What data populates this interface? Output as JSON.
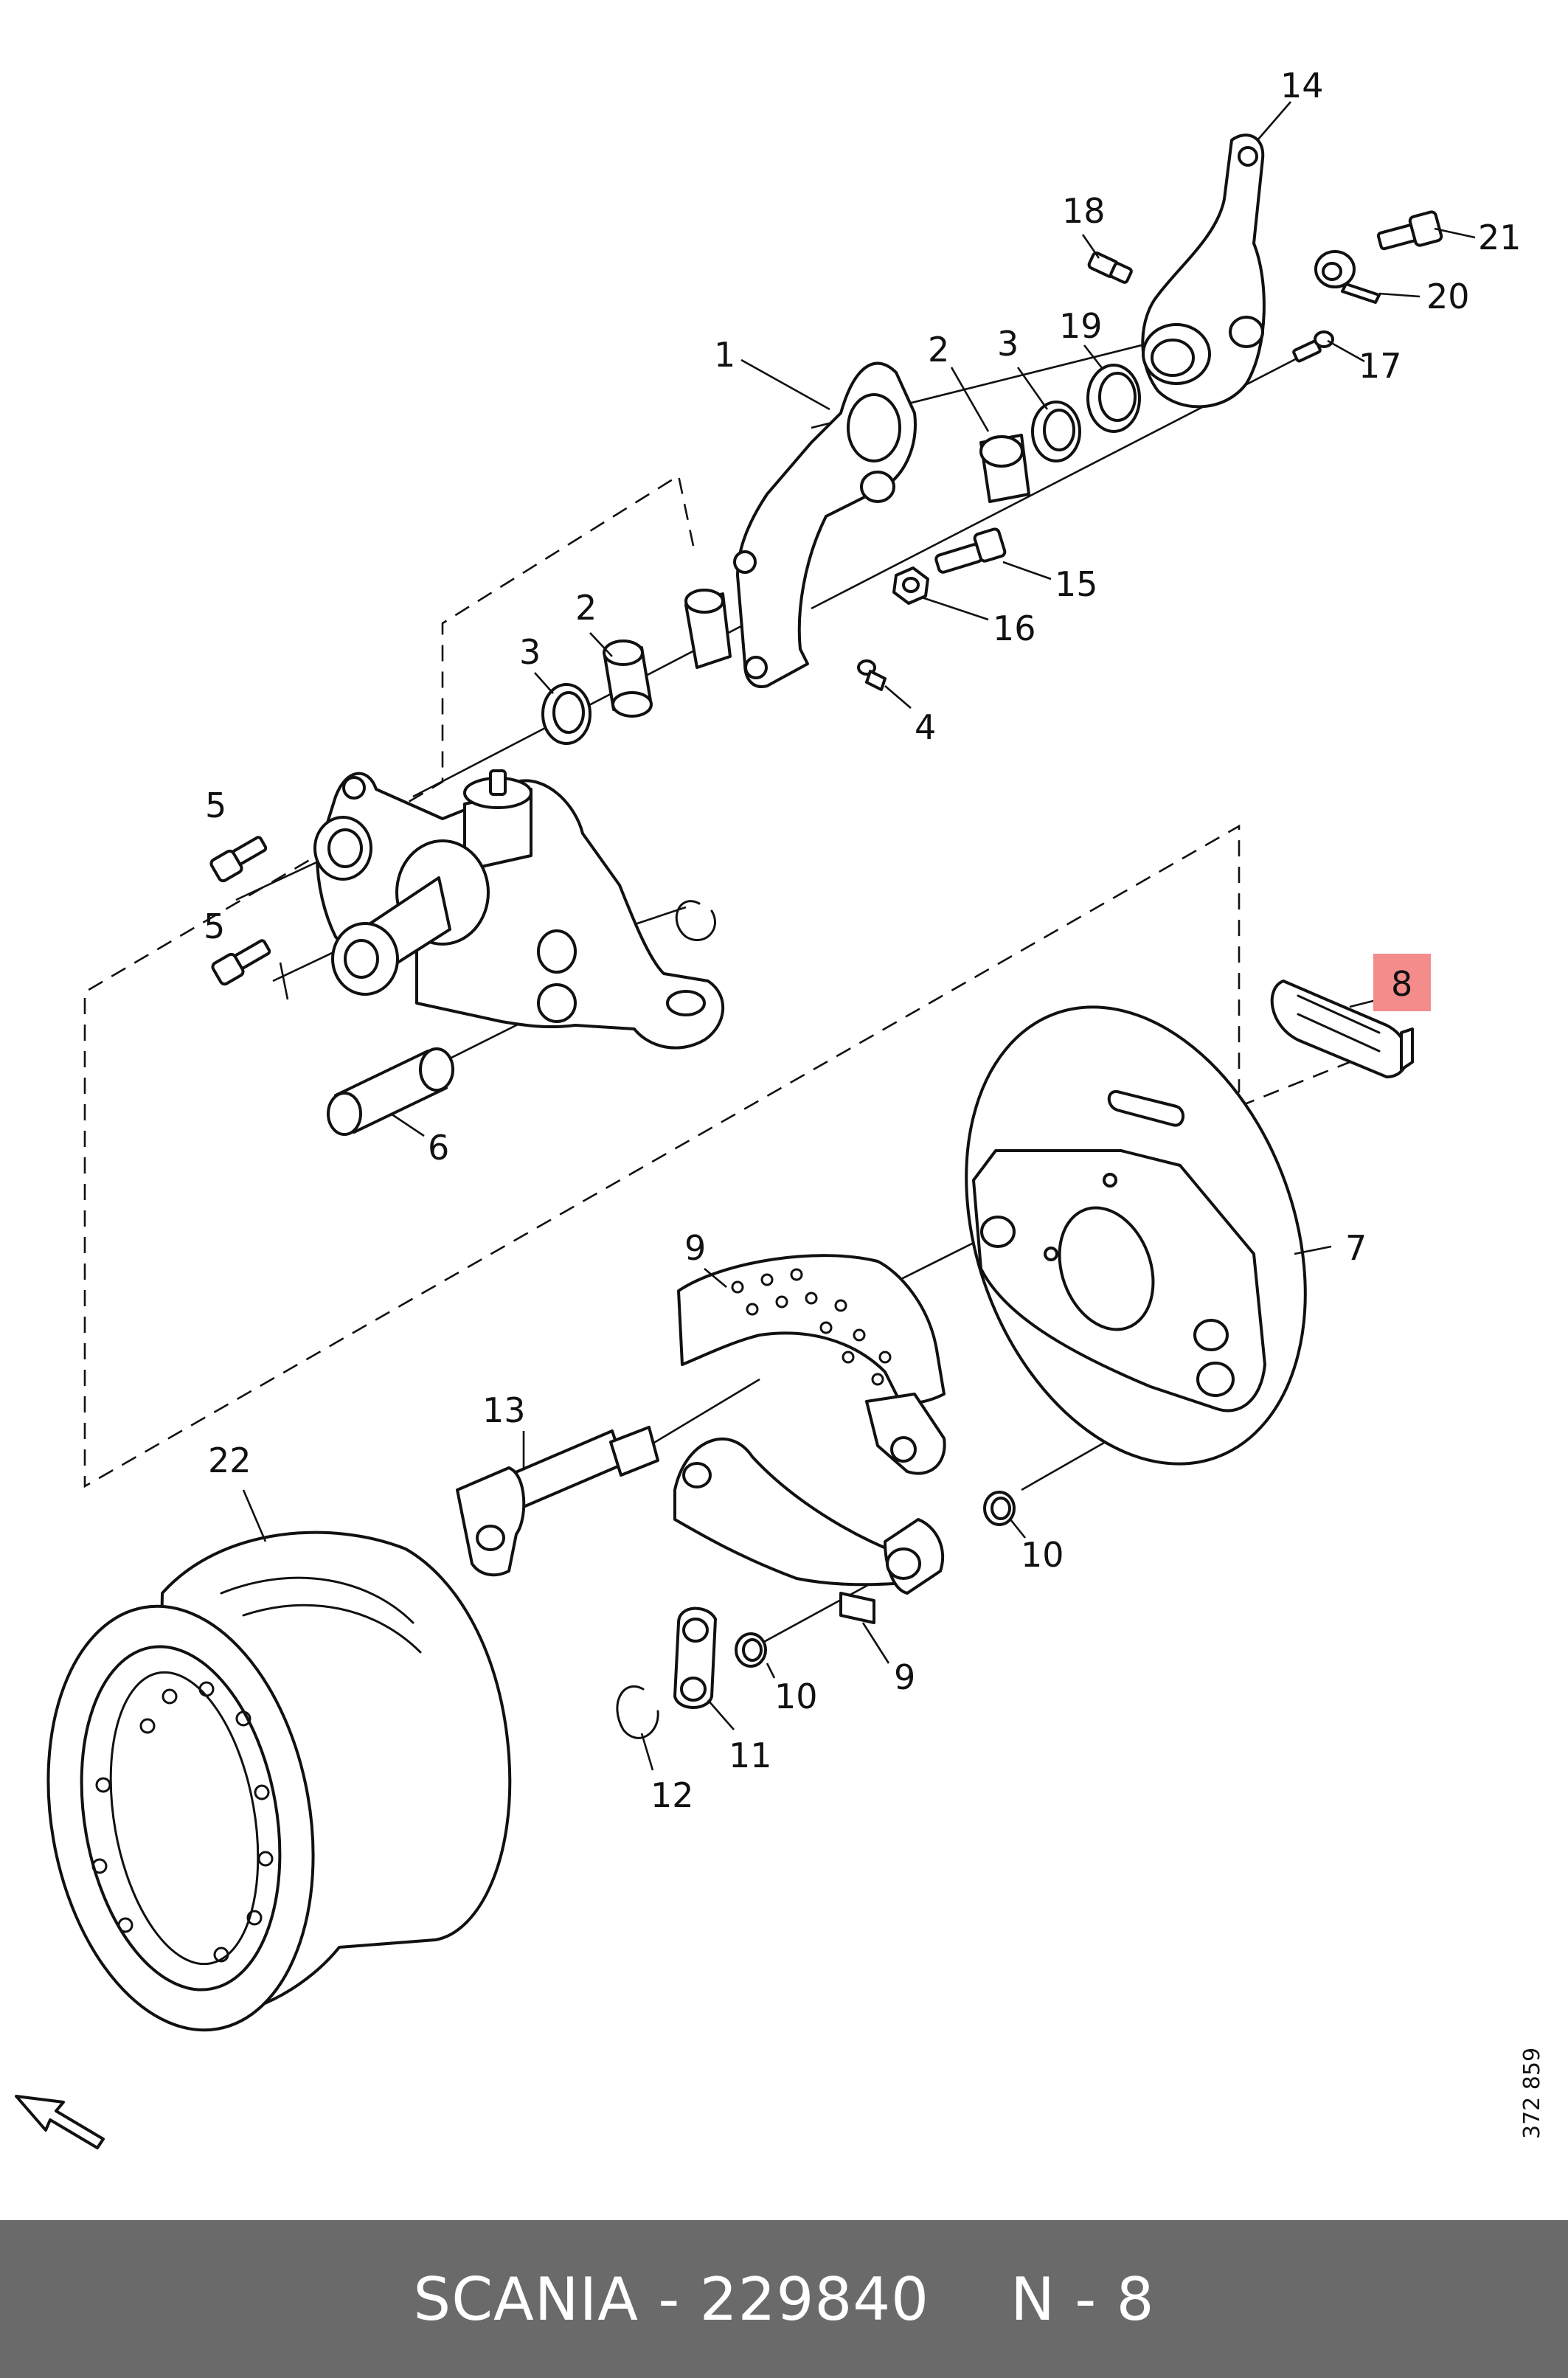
{
  "diagram": {
    "highlight_color": "#f48c8c",
    "callouts": [
      {
        "id": "c1",
        "label": "1"
      },
      {
        "id": "c2a",
        "label": "2"
      },
      {
        "id": "c3a",
        "label": "3"
      },
      {
        "id": "c19",
        "label": "19"
      },
      {
        "id": "c14",
        "label": "14"
      },
      {
        "id": "c18",
        "label": "18"
      },
      {
        "id": "c21",
        "label": "21"
      },
      {
        "id": "c20",
        "label": "20"
      },
      {
        "id": "c17",
        "label": "17"
      },
      {
        "id": "c15",
        "label": "15"
      },
      {
        "id": "c16",
        "label": "16"
      },
      {
        "id": "c2b",
        "label": "2"
      },
      {
        "id": "c3b",
        "label": "3"
      },
      {
        "id": "c4",
        "label": "4"
      },
      {
        "id": "c5a",
        "label": "5"
      },
      {
        "id": "c5b",
        "label": "5"
      },
      {
        "id": "c6",
        "label": "6"
      },
      {
        "id": "c8",
        "label": "8",
        "highlighted": true
      },
      {
        "id": "c7",
        "label": "7"
      },
      {
        "id": "c9a",
        "label": "9"
      },
      {
        "id": "c13",
        "label": "13"
      },
      {
        "id": "c22",
        "label": "22"
      },
      {
        "id": "c10a",
        "label": "10"
      },
      {
        "id": "c10b",
        "label": "10"
      },
      {
        "id": "c9b",
        "label": "9"
      },
      {
        "id": "c11",
        "label": "11"
      },
      {
        "id": "c12",
        "label": "12"
      }
    ],
    "drawing_code": "372 859",
    "direction_icon": "arrow-icon"
  },
  "footer": {
    "brand": "SCANIA",
    "separator": "-",
    "part_number": "229840",
    "ref_prefix": "N",
    "ref_number": "8"
  }
}
